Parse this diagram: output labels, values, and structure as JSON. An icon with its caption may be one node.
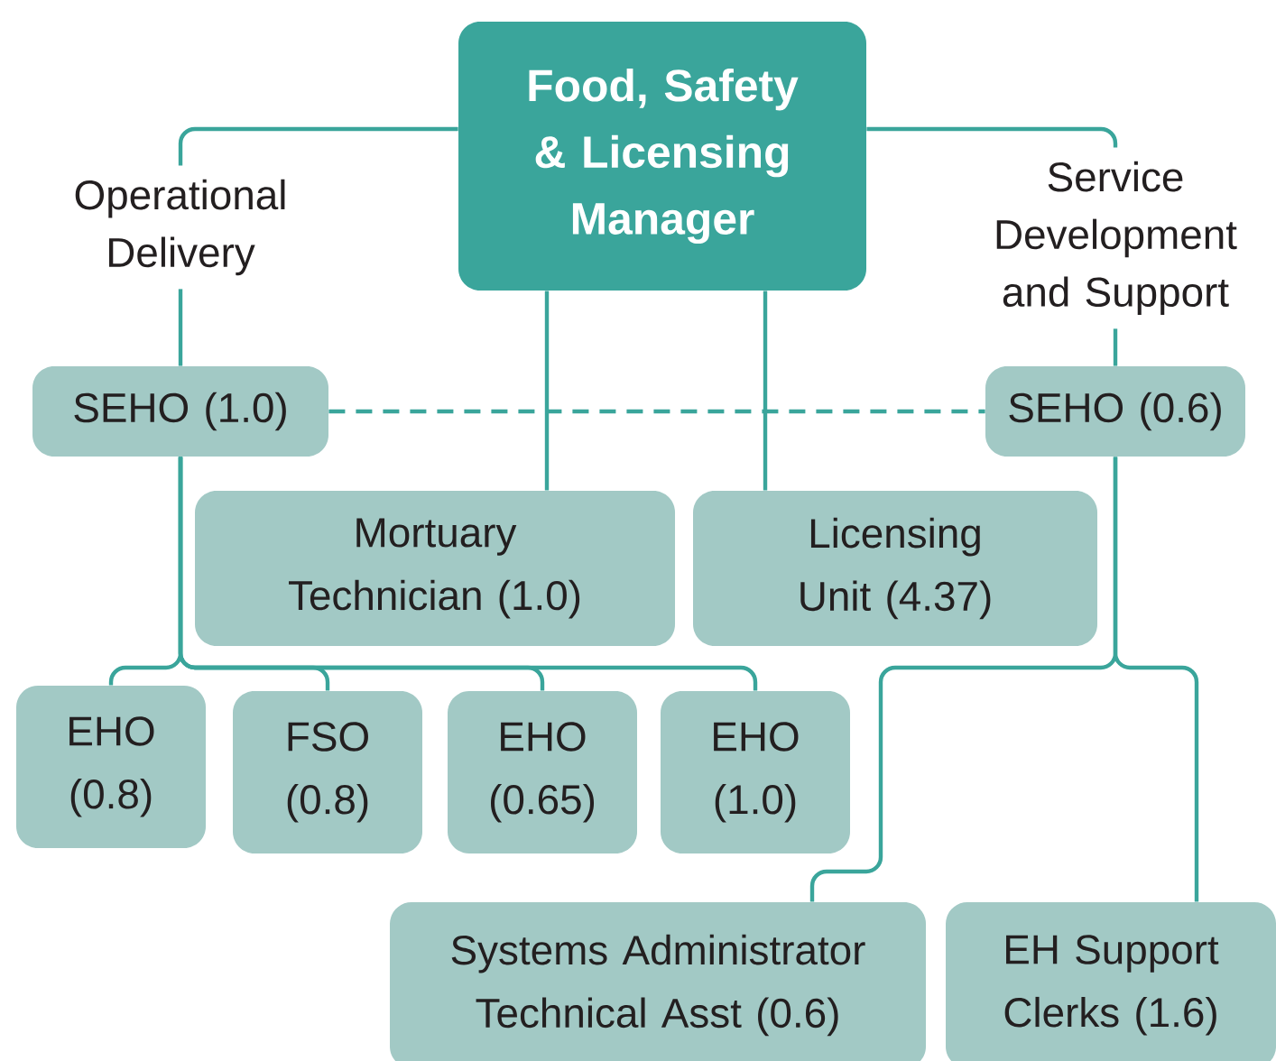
{
  "diagram": {
    "nodes": [
      {
        "text": [
          "Food, Safety & Licensing Manager"
        ]
      },
      {
        "text": [
          "Operational Delivery"
        ]
      },
      {
        "text": [
          "Service Development and Support"
        ]
      },
      {
        "text": [
          "SEHO (1.0)"
        ]
      },
      {
        "text": [
          "SEHO (0.6)"
        ]
      },
      {
        "text": [
          "Mortuary Technician (1.0)"
        ]
      },
      {
        "text": [
          "Licensing Unit (4.37)"
        ]
      },
      {
        "text": [
          "EHO (0.8)"
        ]
      },
      {
        "text": [
          "FSO (0.8)"
        ]
      },
      {
        "text": [
          "EHO (0.65)"
        ]
      },
      {
        "text": [
          "EHO (1.0)"
        ]
      },
      {
        "text": [
          "Systems Administrator Technical Asst (0.6)"
        ]
      },
      {
        "text": [
          "EH Support Clerks (1.6)"
        ]
      }
    ],
    "edges": [
      {
        "from": 0,
        "to": 1,
        "arrow": "none"
      },
      {
        "from": 1,
        "to": 3,
        "arrow": "none"
      },
      {
        "from": 0,
        "to": 2,
        "arrow": "none"
      },
      {
        "from": 2,
        "to": 4,
        "arrow": "none"
      },
      {
        "from": 3,
        "to": 4,
        "arrow": "none",
        "style": "dashed"
      },
      {
        "from": 0,
        "to": 5,
        "arrow": "none"
      },
      {
        "from": 0,
        "to": 6,
        "arrow": "none"
      },
      {
        "from": 3,
        "to": 7,
        "arrow": "none"
      },
      {
        "from": 3,
        "to": 8,
        "arrow": "none"
      },
      {
        "from": 3,
        "to": 9,
        "arrow": "none"
      },
      {
        "from": 3,
        "to": 10,
        "arrow": "none"
      },
      {
        "from": 4,
        "to": 11,
        "arrow": "none"
      },
      {
        "from": 4,
        "to": 12,
        "arrow": "none"
      }
    ]
  }
}
